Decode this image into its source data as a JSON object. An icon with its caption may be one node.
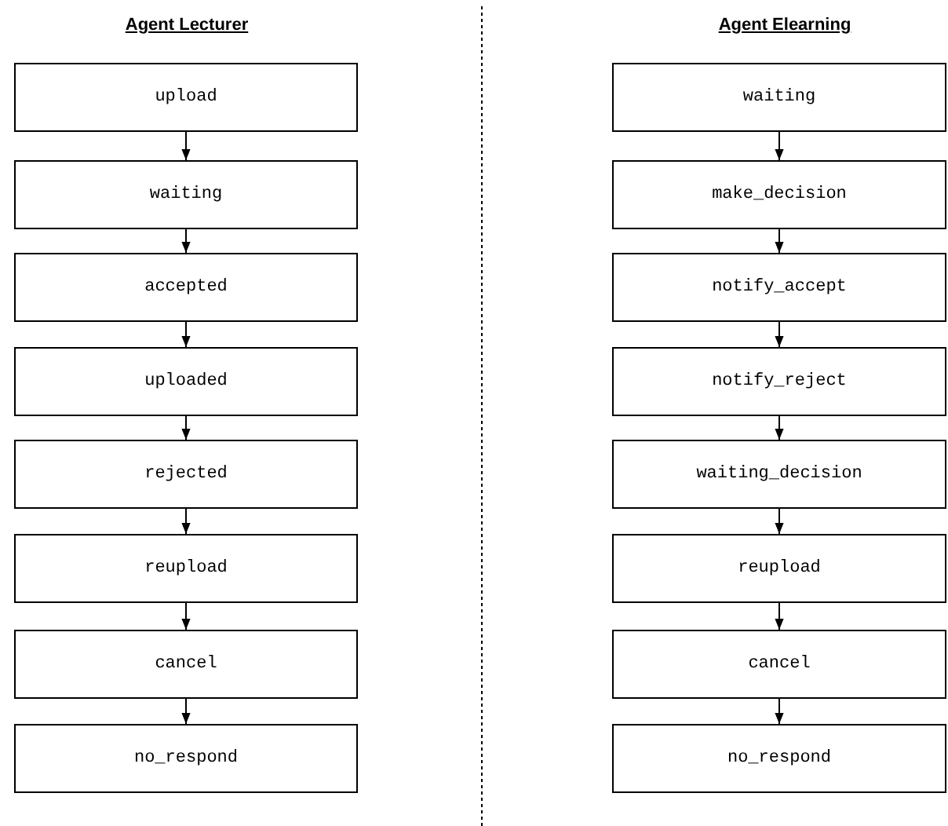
{
  "diagram": {
    "nodes": [
      {
        "text": [
          "upload"
        ]
      },
      {
        "text": [
          "waiting"
        ]
      },
      {
        "text": [
          "accepted"
        ]
      },
      {
        "text": [
          "uploaded"
        ]
      },
      {
        "text": [
          "rejected"
        ]
      },
      {
        "text": [
          "reupload"
        ]
      },
      {
        "text": [
          "cancel"
        ]
      },
      {
        "text": [
          "no_respond"
        ]
      },
      {
        "text": [
          "waiting"
        ]
      },
      {
        "text": [
          "make_decision"
        ]
      },
      {
        "text": [
          "notify_accept"
        ]
      },
      {
        "text": [
          "notify_reject"
        ]
      },
      {
        "text": [
          "waiting_decision"
        ]
      },
      {
        "text": [
          "reupload"
        ]
      },
      {
        "text": [
          "cancel"
        ]
      },
      {
        "text": [
          "no_respond"
        ]
      }
    ],
    "edges": [
      {
        "from": 0,
        "to": 1,
        "arrow": "to"
      },
      {
        "from": 1,
        "to": 2,
        "arrow": "to"
      },
      {
        "from": 2,
        "to": 3,
        "arrow": "to"
      },
      {
        "from": 3,
        "to": 4,
        "arrow": "to"
      },
      {
        "from": 4,
        "to": 5,
        "arrow": "to"
      },
      {
        "from": 5,
        "to": 6,
        "arrow": "to"
      },
      {
        "from": 6,
        "to": 7,
        "arrow": "to"
      },
      {
        "from": 8,
        "to": 9,
        "arrow": "to"
      },
      {
        "from": 9,
        "to": 10,
        "arrow": "to"
      },
      {
        "from": 10,
        "to": 11,
        "arrow": "to"
      },
      {
        "from": 11,
        "to": 12,
        "arrow": "to"
      },
      {
        "from": 12,
        "to": 13,
        "arrow": "to"
      },
      {
        "from": 13,
        "to": 14,
        "arrow": "to"
      },
      {
        "from": 14,
        "to": 15,
        "arrow": "to"
      }
    ],
    "labels": [
      "Agent Lecturer",
      "Agent Elearning"
    ]
  }
}
